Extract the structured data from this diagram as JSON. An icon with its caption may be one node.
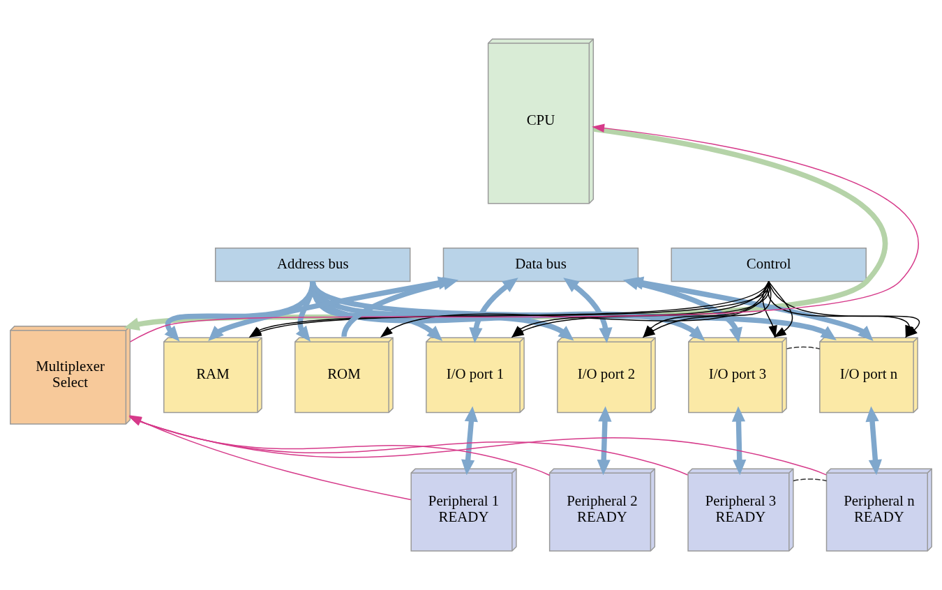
{
  "diagram": {
    "nodes": [
      {
        "text": [
          "CPU"
        ]
      },
      {
        "text": [
          "Address bus"
        ]
      },
      {
        "text": [
          "Data bus"
        ]
      },
      {
        "text": [
          "Control"
        ]
      },
      {
        "text": [
          "Multiplexer",
          "Select"
        ]
      },
      {
        "text": [
          "RAM"
        ]
      },
      {
        "text": [
          "ROM"
        ]
      },
      {
        "text": [
          "I/O port 1"
        ]
      },
      {
        "text": [
          "I/O port 2"
        ]
      },
      {
        "text": [
          "I/O port 3"
        ]
      },
      {
        "text": [
          "I/O port n"
        ]
      },
      {
        "text": [
          "Peripheral 1",
          "READY"
        ]
      },
      {
        "text": [
          "Peripheral 2",
          "READY"
        ]
      },
      {
        "text": [
          "Peripheral 3",
          "READY"
        ]
      },
      {
        "text": [
          "Peripheral n",
          "READY"
        ]
      }
    ],
    "edges": [
      {
        "from": 1,
        "to": 5,
        "arrow": "to",
        "style": "thick"
      },
      {
        "from": 1,
        "to": 6,
        "arrow": "to",
        "style": "thick"
      },
      {
        "from": 1,
        "to": 7,
        "arrow": "to",
        "style": "thick"
      },
      {
        "from": 1,
        "to": 8,
        "arrow": "to",
        "style": "thick"
      },
      {
        "from": 1,
        "to": 9,
        "arrow": "to",
        "style": "thick"
      },
      {
        "from": 1,
        "to": 10,
        "arrow": "to",
        "style": "thick"
      },
      {
        "from": 2,
        "to": 5,
        "arrow": "both",
        "style": "thick"
      },
      {
        "from": 6,
        "to": 2,
        "arrow": "to",
        "style": "thick"
      },
      {
        "from": 2,
        "to": 7,
        "arrow": "both",
        "style": "thick"
      },
      {
        "from": 2,
        "to": 8,
        "arrow": "both",
        "style": "thick"
      },
      {
        "from": 2,
        "to": 9,
        "arrow": "both",
        "style": "thick"
      },
      {
        "from": 2,
        "to": 10,
        "arrow": "both",
        "style": "thick"
      },
      {
        "from": 3,
        "to": 5,
        "arrow": "to",
        "color": "#000000"
      },
      {
        "from": 3,
        "to": 5,
        "arrow": "to",
        "color": "#000000"
      },
      {
        "from": 3,
        "to": 6,
        "arrow": "to",
        "color": "#000000"
      },
      {
        "from": 3,
        "to": 7,
        "arrow": "to",
        "color": "#000000"
      },
      {
        "from": 3,
        "to": 7,
        "arrow": "to",
        "color": "#000000"
      },
      {
        "from": 3,
        "to": 8,
        "arrow": "to",
        "color": "#000000"
      },
      {
        "from": 3,
        "to": 8,
        "arrow": "to",
        "color": "#000000"
      },
      {
        "from": 3,
        "to": 9,
        "arrow": "to",
        "color": "#000000"
      },
      {
        "from": 3,
        "to": 9,
        "arrow": "to",
        "color": "#000000"
      },
      {
        "from": 3,
        "to": 10,
        "arrow": "to",
        "color": "#000000"
      },
      {
        "from": 3,
        "to": 10,
        "arrow": "to",
        "color": "#000000"
      },
      {
        "from": 0,
        "to": 4,
        "arrow": "to",
        "style": "thick",
        "color": "#b5d3a8"
      },
      {
        "from": 4,
        "to": 0,
        "arrow": "to",
        "color": "#d63a8a"
      },
      {
        "from": 7,
        "to": 11,
        "arrow": "both",
        "style": "thick"
      },
      {
        "from": 8,
        "to": 12,
        "arrow": "both",
        "style": "thick"
      },
      {
        "from": 9,
        "to": 13,
        "arrow": "both",
        "style": "thick"
      },
      {
        "from": 10,
        "to": 14,
        "arrow": "both",
        "style": "thick"
      },
      {
        "from": 11,
        "to": 4,
        "arrow": "to",
        "color": "#d63a8a"
      },
      {
        "from": 12,
        "to": 4,
        "arrow": "to",
        "color": "#d63a8a"
      },
      {
        "from": 13,
        "to": 4,
        "arrow": "to",
        "color": "#d63a8a"
      },
      {
        "from": 14,
        "to": 4,
        "arrow": "to",
        "color": "#d63a8a"
      },
      {
        "from": 9,
        "to": 10,
        "arrow": "none",
        "style": "dashed",
        "color": "#333333"
      },
      {
        "from": 13,
        "to": 14,
        "arrow": "none",
        "style": "dashed",
        "color": "#333333"
      }
    ]
  }
}
